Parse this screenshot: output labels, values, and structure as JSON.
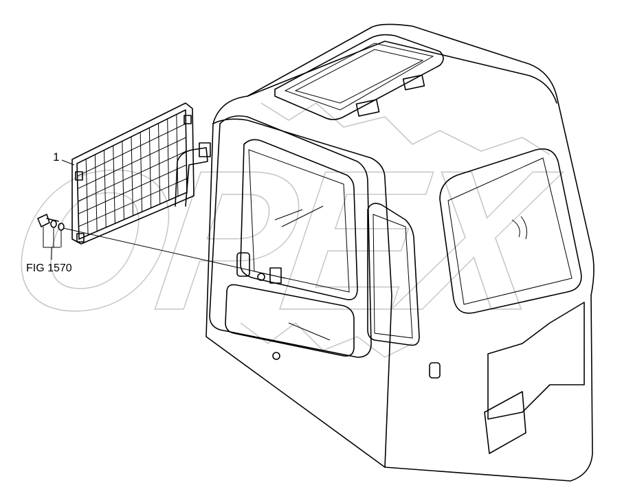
{
  "callouts": {
    "part_1": "1",
    "figure_ref": "FIG 1570"
  },
  "watermark": "OPEX",
  "colors": {
    "line": "#000000",
    "watermark": "#c8c8c8",
    "background": "#ffffff"
  }
}
